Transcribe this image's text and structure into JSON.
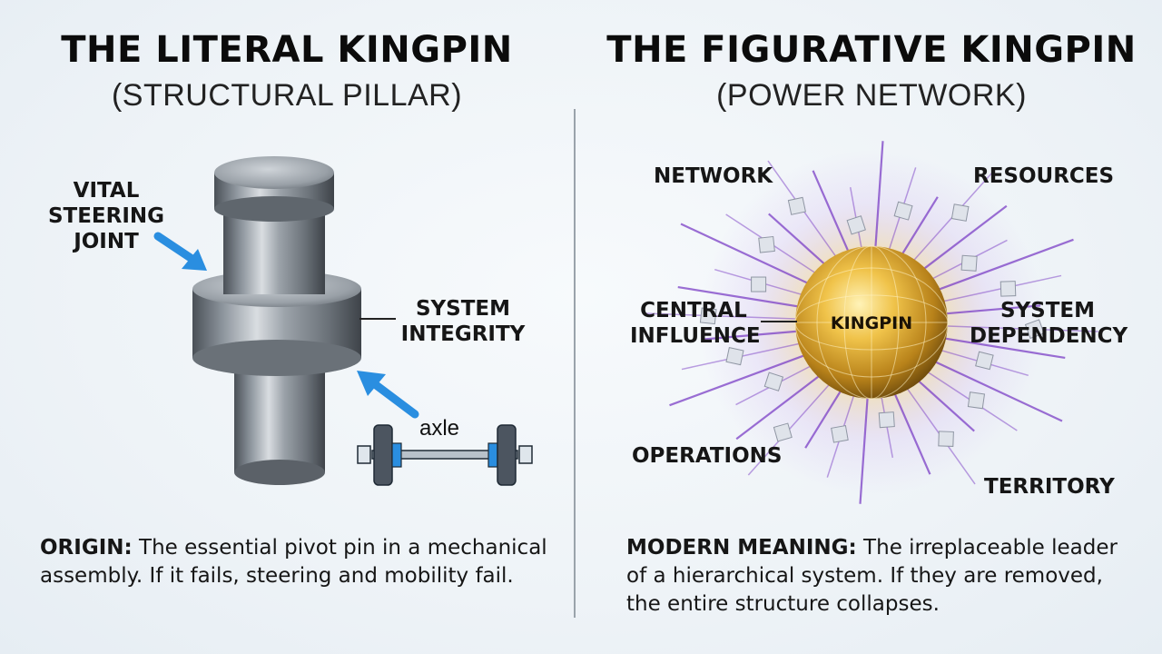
{
  "left": {
    "title": "THE LITERAL KINGPIN",
    "subtitle": "(STRUCTURAL PILLAR)",
    "label_joint": [
      "VITAL",
      "STEERING",
      "JOINT"
    ],
    "label_integrity": [
      "SYSTEM",
      "INTEGRITY"
    ],
    "axle_label": "axle",
    "description_heading": "ORIGIN:",
    "description_text": " The essential pivot pin in a mechanical assembly. If it fails, steering and mobility fail."
  },
  "right": {
    "title": "THE FIGURATIVE KINGPIN",
    "subtitle": "(POWER NETWORK)",
    "center_label": "KINGPIN",
    "nodes": {
      "network": "NETWORK",
      "resources": "RESOURCES",
      "central_influence": [
        "CENTRAL",
        "INFLUENCE"
      ],
      "system_dependency": [
        "SYSTEM",
        "DEPENDENCY"
      ],
      "operations": "OPERATIONS",
      "territory": "TERRITORY"
    },
    "description_heading": "MODERN MEANING:",
    "description_text": " The irreplaceable leader of a hierarchical system. If they are removed, the entire structure collapses."
  },
  "colors": {
    "arrow_blue": "#2a8ee0",
    "ray_purple": "#7b3fc6",
    "sphere_gold": "#e0a526",
    "steel": "#9aa1a8"
  },
  "icons": [
    "kingpin-pin-illustration",
    "axle-icon",
    "network-sphere-icon"
  ]
}
